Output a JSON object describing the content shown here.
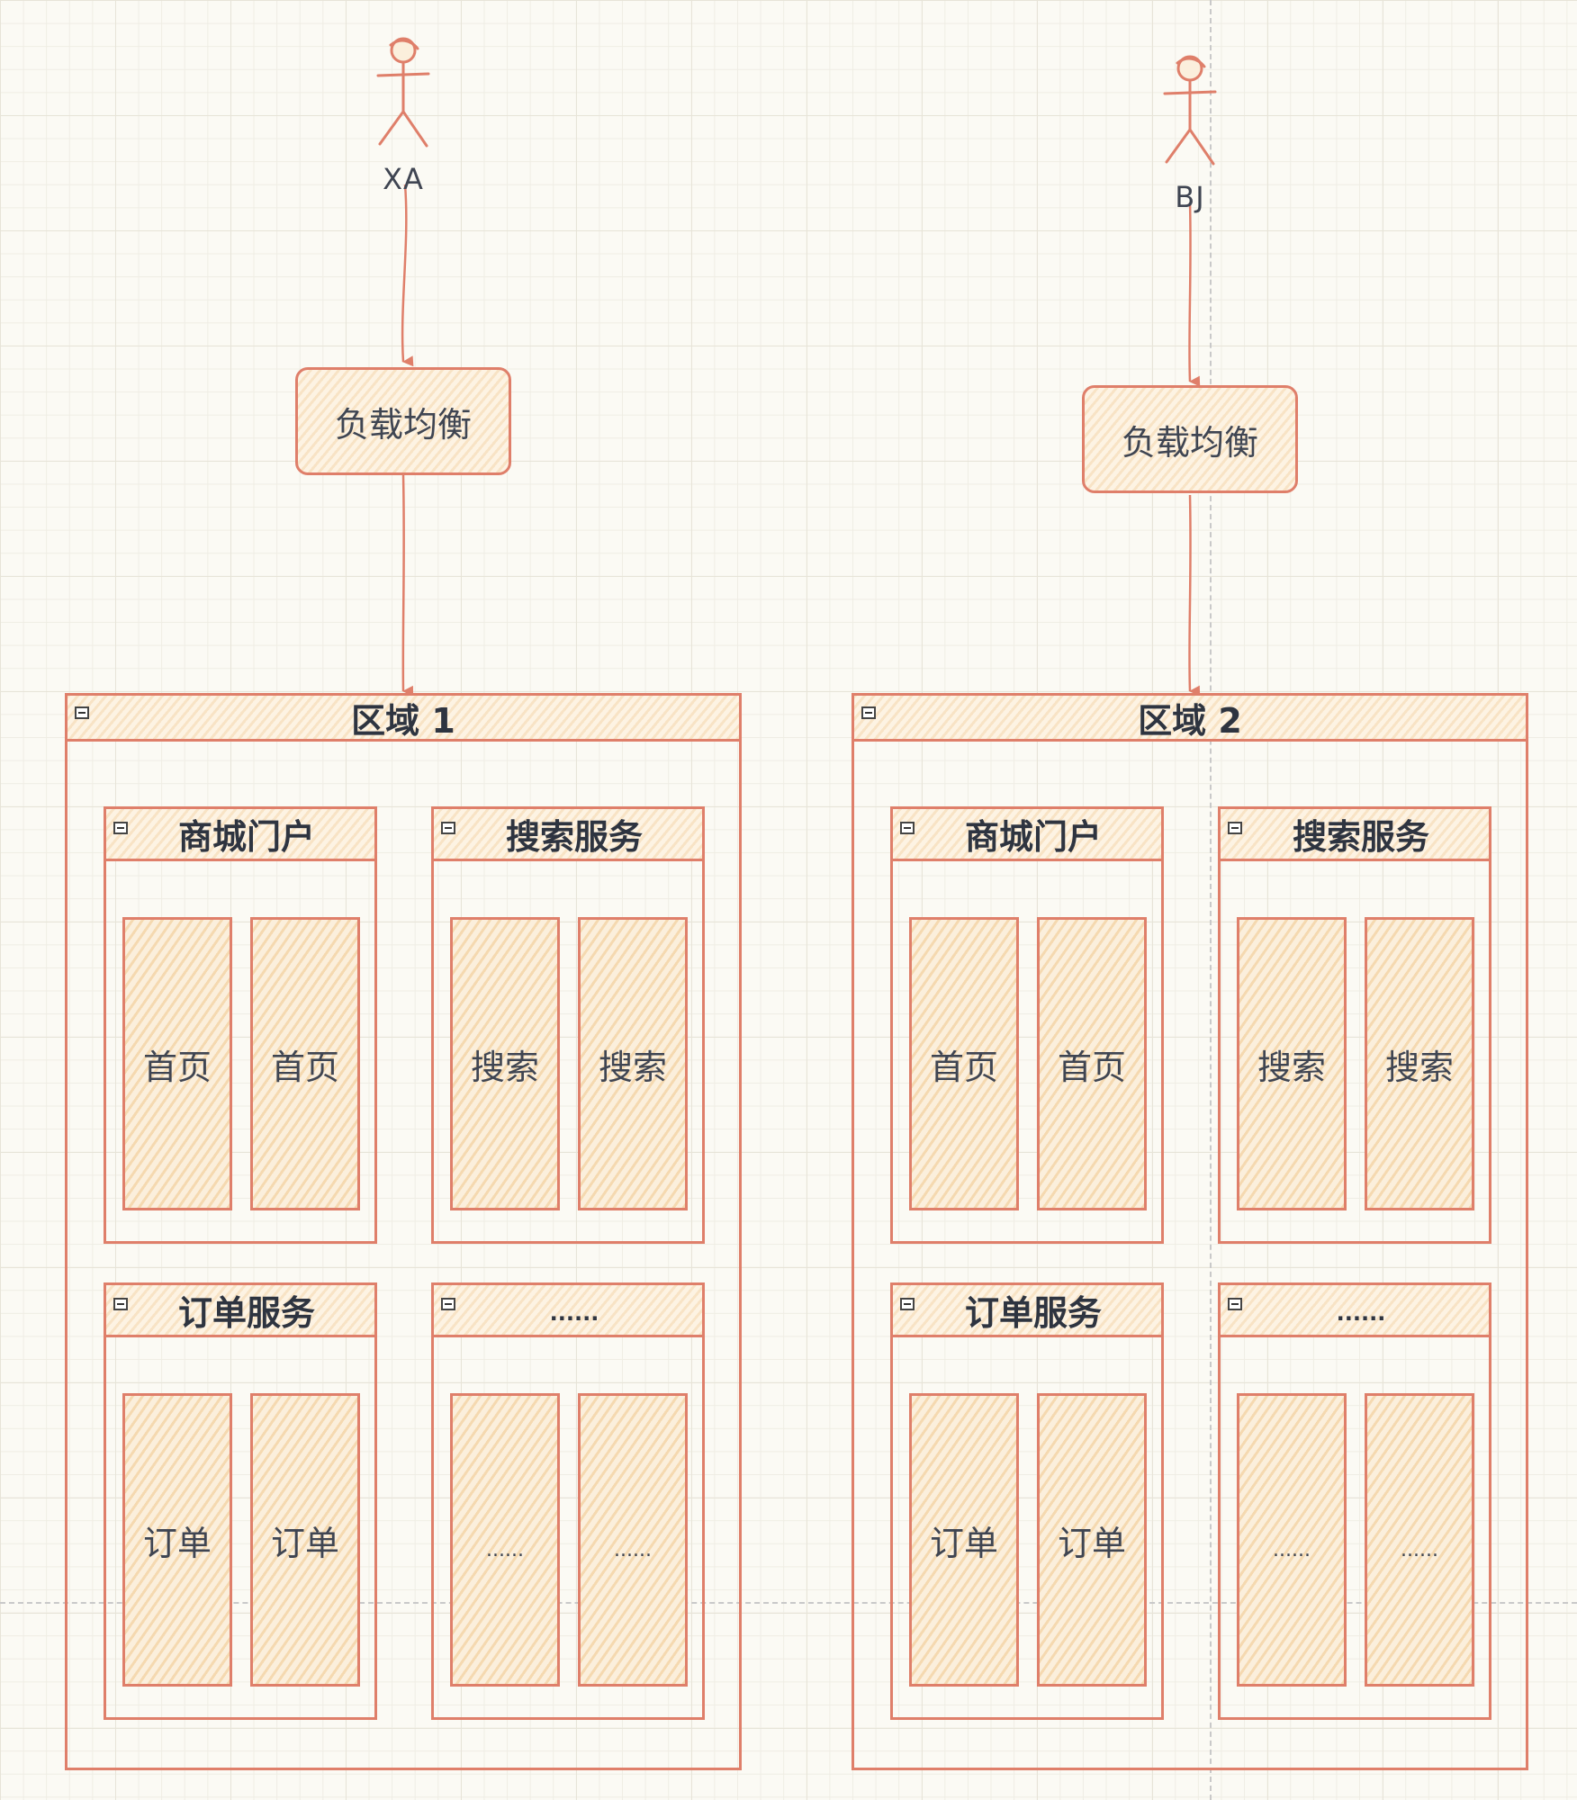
{
  "actors": [
    {
      "id": "xa",
      "label": "XA"
    },
    {
      "id": "bj",
      "label": "BJ"
    }
  ],
  "load_balancers": [
    {
      "label": "负载均衡"
    },
    {
      "label": "负载均衡"
    }
  ],
  "regions": [
    {
      "title": "区域 1",
      "groups": [
        {
          "title": "商城门户",
          "instances": [
            "首页",
            "首页"
          ]
        },
        {
          "title": "搜索服务",
          "instances": [
            "搜索",
            "搜索"
          ]
        },
        {
          "title": "订单服务",
          "instances": [
            "订单",
            "订单"
          ]
        },
        {
          "title": "......",
          "instances": [
            "......",
            "......"
          ]
        }
      ]
    },
    {
      "title": "区域 2",
      "groups": [
        {
          "title": "商城门户",
          "instances": [
            "首页",
            "首页"
          ]
        },
        {
          "title": "搜索服务",
          "instances": [
            "搜索",
            "搜索"
          ]
        },
        {
          "title": "订单服务",
          "instances": [
            "订单",
            "订单"
          ]
        },
        {
          "title": "......",
          "instances": [
            "......",
            "......"
          ]
        }
      ]
    }
  ],
  "colors": {
    "stroke": "#df7f6a",
    "fill": "#f8e3c5",
    "text": "#3f4552"
  }
}
